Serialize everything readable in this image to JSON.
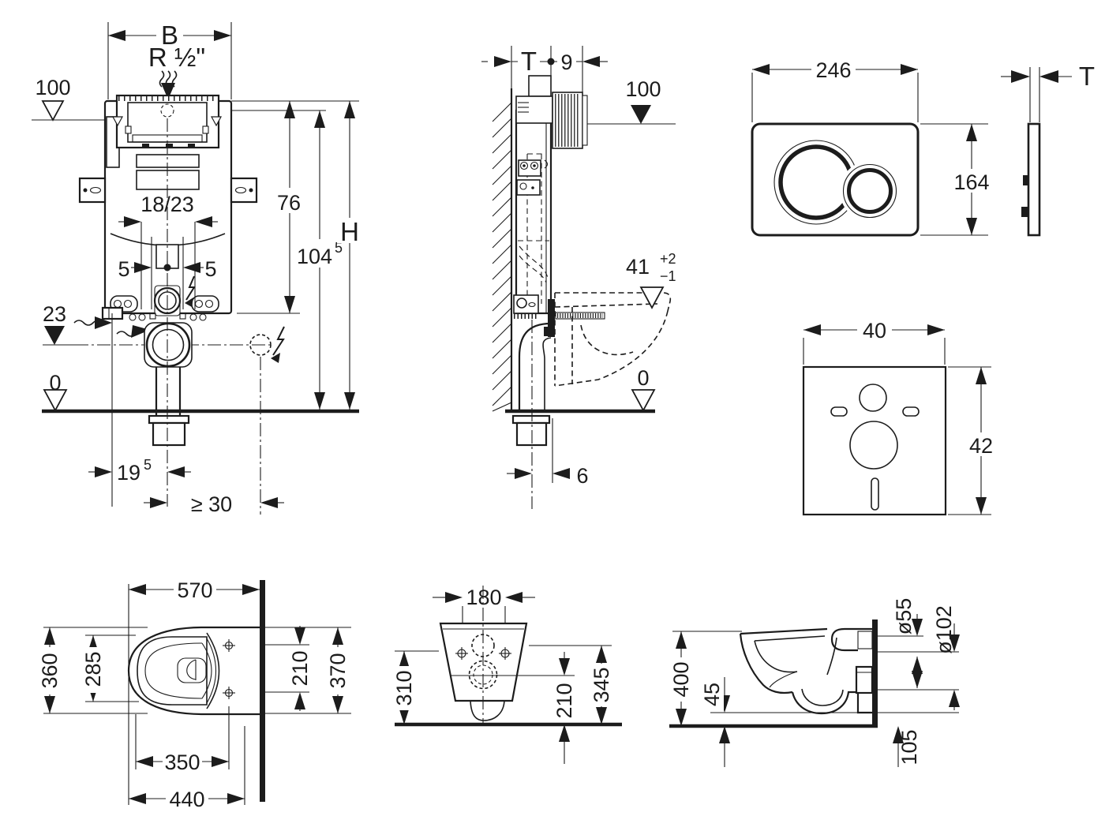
{
  "colors": {
    "ink": "#1c1c1c",
    "paper": "#ffffff"
  },
  "cistern_front": {
    "width": "B",
    "supply": "R ½\"",
    "level_top": "100",
    "height_76": "76",
    "height_104_base": "104",
    "height_104_sup": "5",
    "height_H": "H",
    "bolt_spacing": "18/23",
    "offset_left": "5",
    "offset_right": "5",
    "level_outlet": "23",
    "level_floor": "0",
    "outlet_offset_base": "19",
    "outlet_offset_sup": "5",
    "conduit_distance": "≥ 30"
  },
  "cistern_side": {
    "depth": "T",
    "front_gap": "9",
    "level_top": "100",
    "bowl_height": "41",
    "bowl_tol_plus": "+2",
    "bowl_tol_minus": "−1",
    "level_floor": "0",
    "drain_offset": "6"
  },
  "flush_plate": {
    "width": "246",
    "height": "164",
    "thickness": "T"
  },
  "sound_pad": {
    "width": "40",
    "height": "42"
  },
  "wc_top": {
    "depth": "570",
    "width": "360",
    "seat_width": "285",
    "hole_span": "210",
    "plate_width": "370",
    "inner_length": "350",
    "fixing_length": "440"
  },
  "wc_front": {
    "hole_spacing": "180",
    "side_height": "310",
    "drain_height": "210",
    "top_height": "345"
  },
  "wc_side": {
    "height": "400",
    "lip_gap": "45",
    "supply_dia": "ø55",
    "drain_dia": "ø102",
    "below_floor": "105"
  }
}
